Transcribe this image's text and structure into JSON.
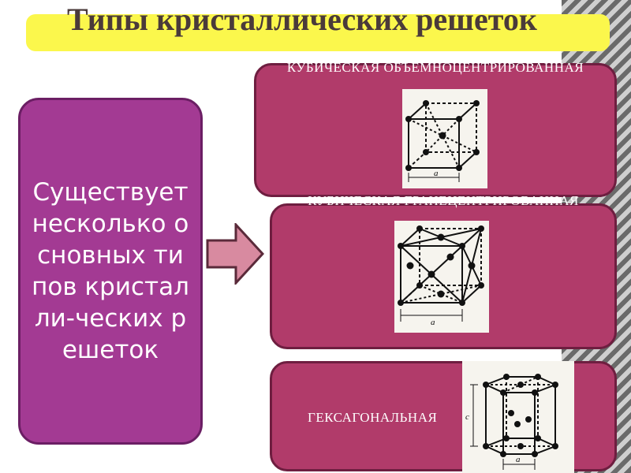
{
  "title": "Типы кристаллических решеток",
  "left_box": {
    "text": "Существует несколько основных типов кристалли-ческих решеток"
  },
  "panels": [
    {
      "caption": "КУБИЧЕСКАЯ ОБЪЕМНОЦЕНТРИРОВАННАЯ",
      "figure_icon": "bcc-cubic-lattice-icon"
    },
    {
      "caption": "КУБИЧЕСКАЯ ГРАНЕЦЕНТРИРОВАННАЯ",
      "figure_icon": "fcc-cubic-lattice-icon"
    },
    {
      "caption": "ГЕКСАГОНАЛЬНАЯ",
      "figure_icon": "hexagonal-lattice-icon"
    }
  ],
  "figure_labels": {
    "edge_a": "a",
    "height_c": "c"
  },
  "colors": {
    "title_band": "#fbf74c",
    "left_box": "#a33a93",
    "panels": "#b13b6a",
    "arrow": "#d88aa0"
  }
}
